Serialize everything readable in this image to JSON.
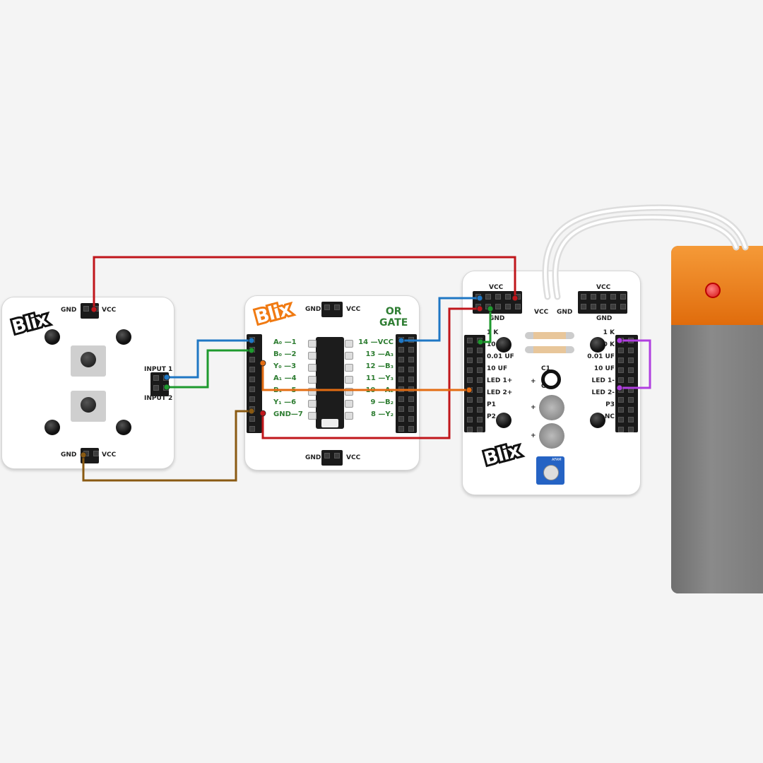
{
  "brand": {
    "logo": "Blix"
  },
  "switch_board": {
    "top_gnd": "GND",
    "top_vcc": "VCC",
    "input1": "INPUT 1",
    "input2": "INPUT 2",
    "bottom_gnd": "GND",
    "bottom_vcc": "VCC"
  },
  "or_board": {
    "title": "OR\nGATE",
    "top_gnd": "GND",
    "top_vcc": "VCC",
    "bottom_gnd": "GND",
    "bottom_vcc": "VCC",
    "left_pins": [
      "A₀ —1",
      "B₀ —2",
      "Y₀ —3",
      "A₁ —4",
      "B₁ —5",
      "Y₁ —6",
      "GND—7"
    ],
    "right_pins": [
      "14 —VCC",
      "13 —A₃",
      "12 —B₃",
      "11 —Y₃",
      "10 —A₂",
      "9 —B₂",
      "8 —Y₂"
    ]
  },
  "led_board": {
    "vcc1": "VCC",
    "gnd1": "GND",
    "vcc2": "VCC",
    "gnd2": "GND",
    "vcc_mid": "VCC",
    "gnd_mid": "GND",
    "left_labels": [
      "1 K",
      "10 K",
      "0.01 UF",
      "10 UF",
      "LED 1+",
      "LED 2+",
      "P1",
      "P2"
    ],
    "right_labels": [
      "1 K",
      "10 K",
      "0.01 UF",
      "10 UF",
      "LED 1-",
      "LED 2-",
      "P3",
      "NC"
    ],
    "c1": "C1",
    "c2": "C2",
    "plus": "+",
    "pot_text": "AFAM"
  },
  "colors": {
    "red": "#c0161b",
    "blue": "#1f77c4",
    "green": "#1e9a2e",
    "orange": "#e36c12",
    "brown": "#8a5a12",
    "purple": "#b03fe0",
    "battery_orange": "#f07a12",
    "battery_grey": "#7a7a7a"
  }
}
